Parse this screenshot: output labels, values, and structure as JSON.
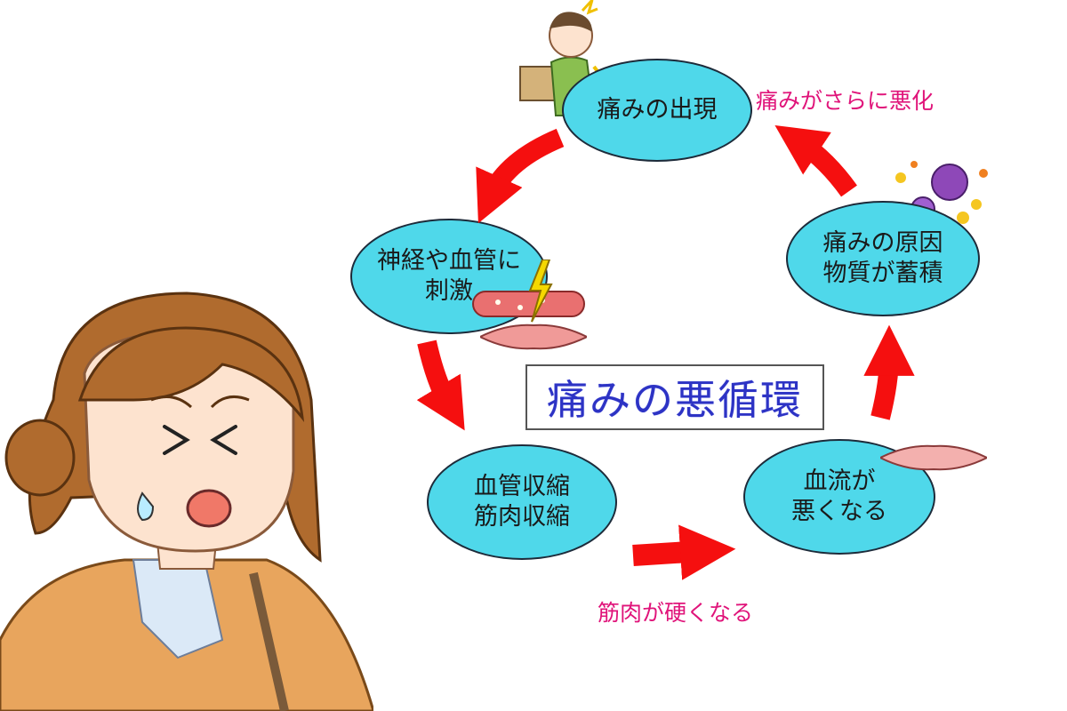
{
  "diagram": {
    "title": "痛みの悪循環",
    "nodes": [
      {
        "id": "pain-appears",
        "lines": [
          "痛みの出現"
        ]
      },
      {
        "id": "nerve-stimulus",
        "lines": [
          "神経や血管に",
          "刺激"
        ]
      },
      {
        "id": "vessel-muscle-contraction",
        "lines": [
          "血管収縮",
          "筋肉収縮"
        ]
      },
      {
        "id": "blood-flow-worse",
        "lines": [
          "血流が",
          "悪くなる"
        ]
      },
      {
        "id": "pain-substance",
        "lines": [
          "痛みの原因",
          "物質が蓄積"
        ]
      }
    ],
    "notes": {
      "muscle_hard": "筋肉が硬くなる",
      "pain_worse": "痛みがさらに悪化"
    }
  },
  "colors": {
    "node_fill": "#4fd8ea",
    "arrow": "#f50f0f",
    "title_text": "#2d33c4",
    "note_text": "#e0147a"
  },
  "icons": [
    "man-back-pain-icon",
    "lightning-icon",
    "blood-vessel-icon",
    "muscle-icon",
    "bacteria-icon",
    "woman-in-pain-icon"
  ]
}
